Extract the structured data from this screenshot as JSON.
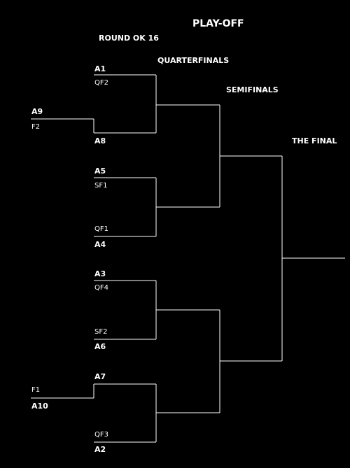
{
  "title": "PLAY-OFF",
  "rounds": {
    "round_of_16": "ROUND OK 16",
    "quarterfinals": "QUARTERFINALS",
    "semifinals": "SEMIFINALS",
    "final": "THE FINAL"
  },
  "bracket": {
    "prelim_top": {
      "team": "A9",
      "seed": "F2"
    },
    "prelim_bottom": {
      "seed": "F1",
      "team": "A10"
    },
    "match1": {
      "team": "A1",
      "seed": "QF2",
      "opponent": "A8"
    },
    "match2": {
      "team": "A5",
      "seed": "SF1",
      "seed_bottom": "QF1",
      "opponent": "A4"
    },
    "match3": {
      "team": "A3",
      "seed": "QF4",
      "seed_bottom": "SF2",
      "opponent": "A6"
    },
    "match4": {
      "team": "A7",
      "seed_bottom": "QF3",
      "opponent": "A2"
    }
  },
  "colors": {
    "background": "#000000",
    "foreground": "#ffffff"
  }
}
